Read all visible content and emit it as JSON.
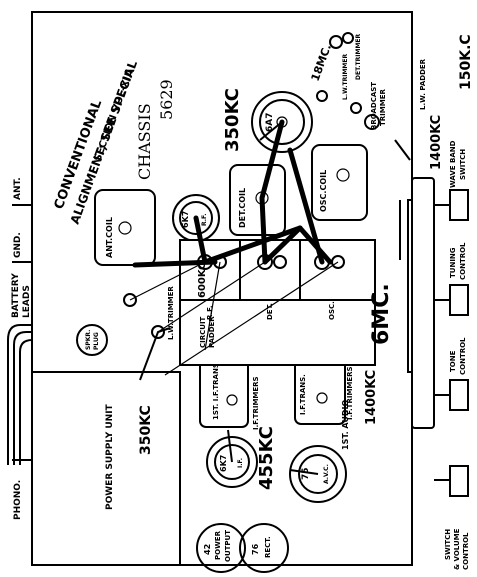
{
  "chassis": {
    "title": "CHASSIS",
    "number": "5629"
  },
  "notes": {
    "conventional": [
      "CONVENTIONAL",
      "ALIGNMENT; SEE SPECIAL",
      "SECTION VOL-XIII"
    ]
  },
  "freqs": {
    "f350kc_top": "350KC",
    "f18mc": "18MC.",
    "lw_padder": "L.W. PADDER",
    "f150kc": "150K.C",
    "f1400kc_right": "1400KC",
    "f6mc": "6MC.",
    "f1400kc_mid": "1400KC",
    "f600kc": "600KC",
    "f455kc": "455KC",
    "f350kc_left": "350KC"
  },
  "components": {
    "ant_coil": "ANT.COIL",
    "det_coil": "DET.COIL",
    "osc_coil": "OSC.COIL",
    "tube_6a7": "6A7",
    "tube_6k7_rf": "6K7",
    "tube_6k7_if": "6K7",
    "tube_75": "75",
    "rf_label": "R.F.",
    "if_label": "I.F.",
    "avc_label": "A.V.C.",
    "osc_small": "OSC.",
    "det_small": "DET.",
    "osc_mid": "OSC.",
    "rf_mid": "R.F.",
    "first_if_trans": "1ST. I.F.TRANS.",
    "if_trans": "I.F.TRANS.",
    "if_trimmers_1": "I.F.TRIMMERS",
    "if_trimmers_2": "I.F.TRIMMERS",
    "first_audio": "1ST. AUDIO",
    "det_trimmer": "DET.TRIMMER",
    "broadcast_trimmer": [
      "BROADCAST",
      "TRIMMER"
    ],
    "lw_trimmer_top": "L.W.TRIMMER",
    "lw_trimmer_left": "L.W.TRIMMER",
    "circuit_padder": [
      "CIRCUIT",
      "PADDER"
    ],
    "spkr_plug": [
      "SPKR.",
      "PLUG"
    ],
    "power_output": [
      "42",
      "POWER",
      "OUTPUT"
    ],
    "rect": [
      "76",
      "RECT."
    ],
    "power_supply": "POWER SUPPLY UNIT"
  },
  "leads": {
    "battery": [
      "BATTERY",
      "LEADS"
    ],
    "gnd": "GND.",
    "ant": "ANT.",
    "phono": "PHONO."
  },
  "controls": {
    "wave_band": [
      "WAVE BAND",
      "SWITCH"
    ],
    "tuning": [
      "TUNING",
      "CONTROL"
    ],
    "tone": [
      "TONE",
      "CONTROL"
    ],
    "switch_volume": [
      "SWITCH",
      "& VOLUME",
      "CONTROL"
    ]
  }
}
